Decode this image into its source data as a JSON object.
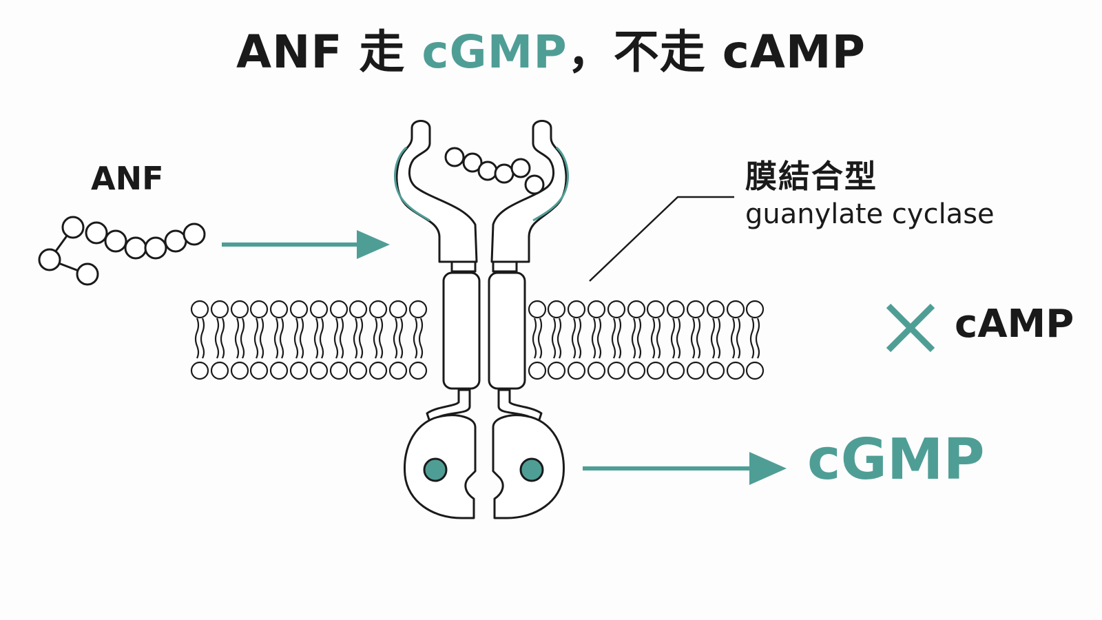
{
  "title": {
    "part1": "ANF 走 ",
    "highlight": "cGMP",
    "part2": "，不走 cAMP"
  },
  "labels": {
    "ligand": "ANF",
    "receptor_zh": "膜結合型",
    "receptor_en": "guanylate cyclase",
    "blocked": "cAMP",
    "product": "cGMP"
  },
  "colors": {
    "accent": "#4f9e96",
    "ink": "#1a1a1a",
    "background": "#fdfdfd"
  },
  "icons": {
    "blocked_mark": "x-mark-icon",
    "arrow": "arrow-right-icon"
  }
}
